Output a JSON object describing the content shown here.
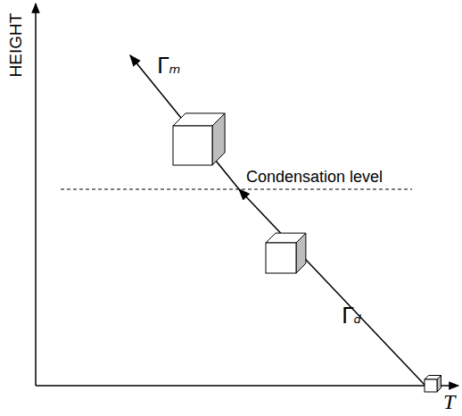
{
  "diagram": {
    "labels": [
      "HEIGHT",
      "T",
      "Condensation level",
      "Γm",
      "Γd"
    ]
  }
}
